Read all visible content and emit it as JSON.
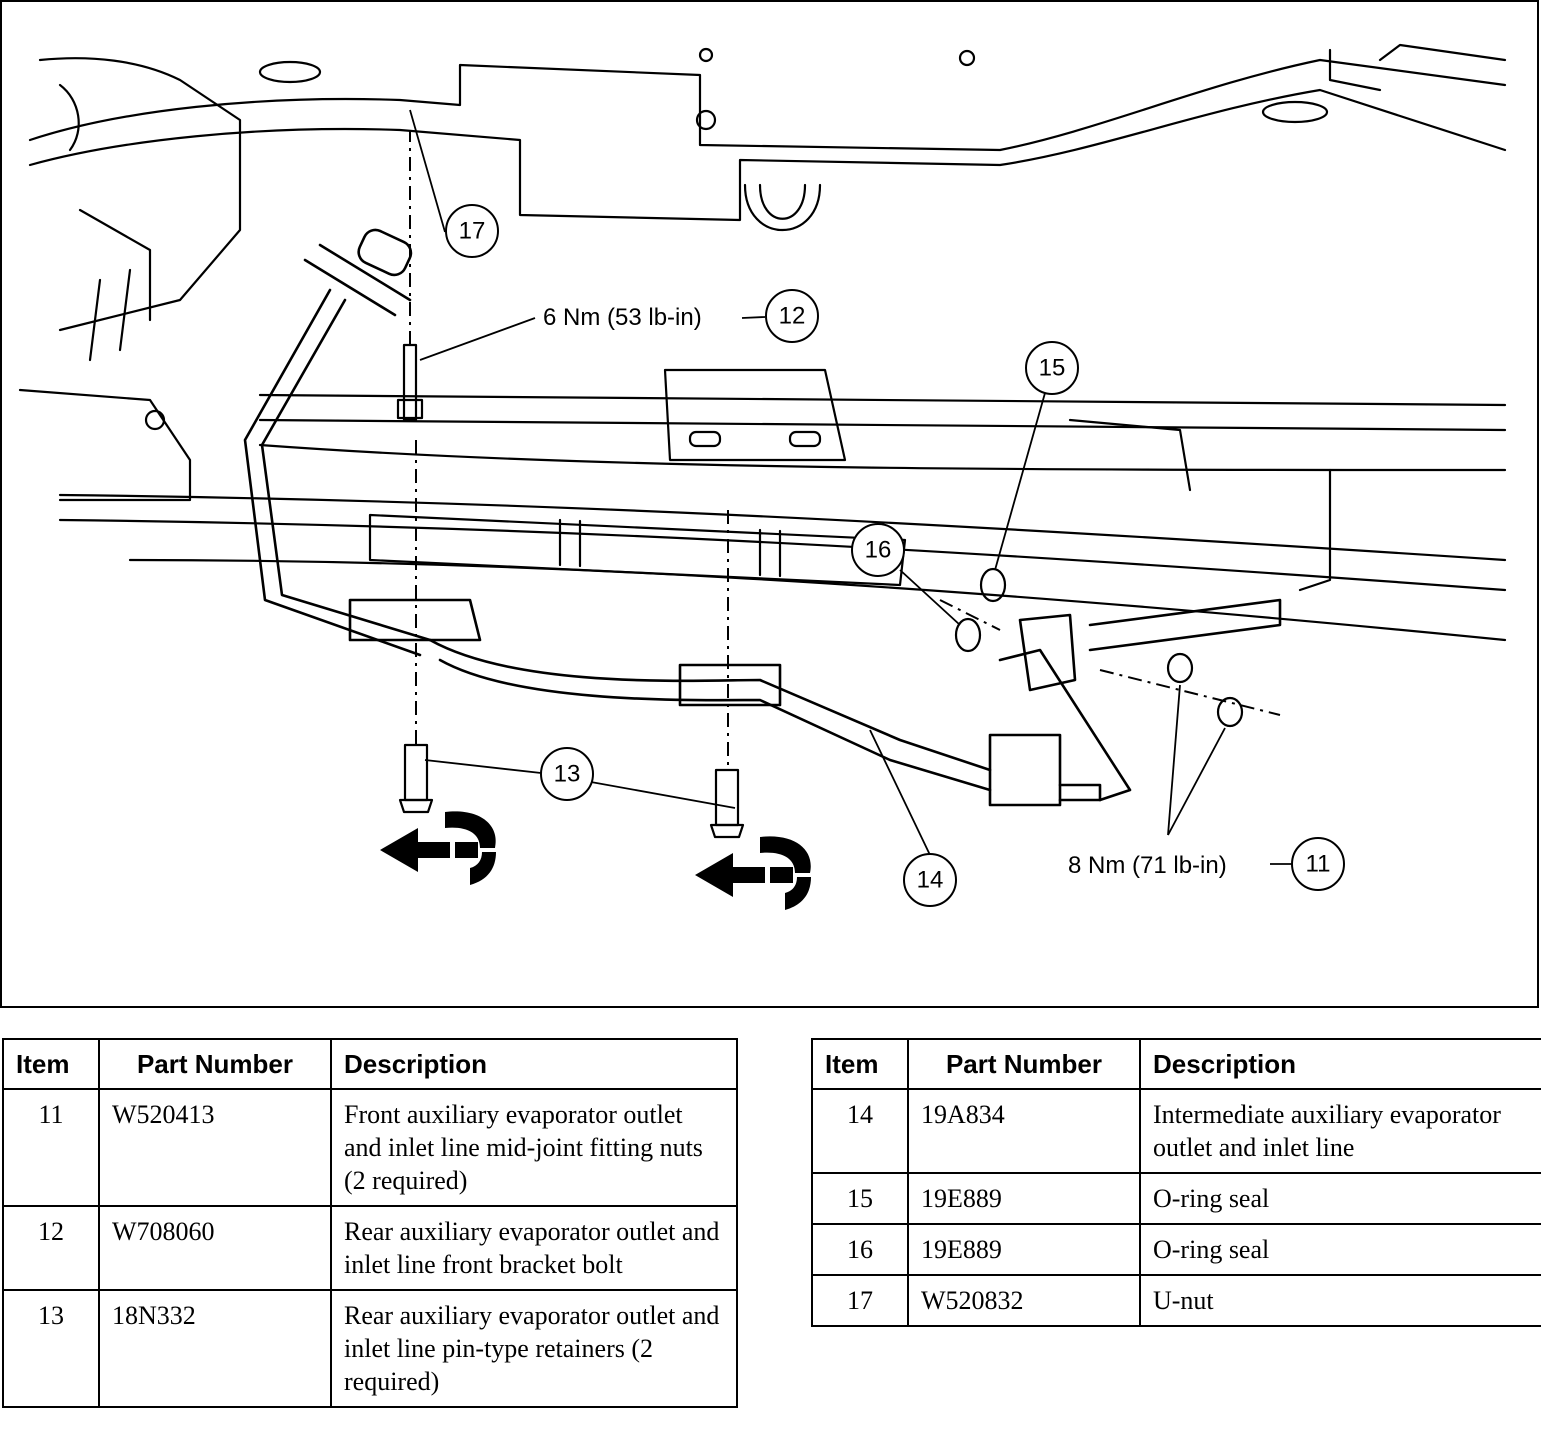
{
  "callouts": {
    "c11": "11",
    "c12": "12",
    "c13": "13",
    "c14": "14",
    "c15": "15",
    "c16": "16",
    "c17": "17",
    "torque12": "6 Nm (53 lb-in)",
    "torque11": "8 Nm (71 lb-in)"
  },
  "table_headers": {
    "item": "Item",
    "part_number": "Part Number",
    "description": "Description"
  },
  "parts_left": [
    {
      "item": "11",
      "part_number": "W520413",
      "description": "Front auxiliary evaporator outlet and inlet line mid-joint fitting nuts (2 required)"
    },
    {
      "item": "12",
      "part_number": "W708060",
      "description": "Rear auxiliary evaporator outlet and inlet line front bracket bolt"
    },
    {
      "item": "13",
      "part_number": "18N332",
      "description": "Rear auxiliary evaporator outlet and inlet line pin-type retainers (2 required)"
    }
  ],
  "parts_right": [
    {
      "item": "14",
      "part_number": "19A834",
      "description": "Intermediate auxiliary evaporator outlet and inlet line"
    },
    {
      "item": "15",
      "part_number": "19E889",
      "description": "O-ring seal"
    },
    {
      "item": "16",
      "part_number": "19E889",
      "description": "O-ring seal"
    },
    {
      "item": "17",
      "part_number": "W520832",
      "description": "U-nut"
    }
  ]
}
